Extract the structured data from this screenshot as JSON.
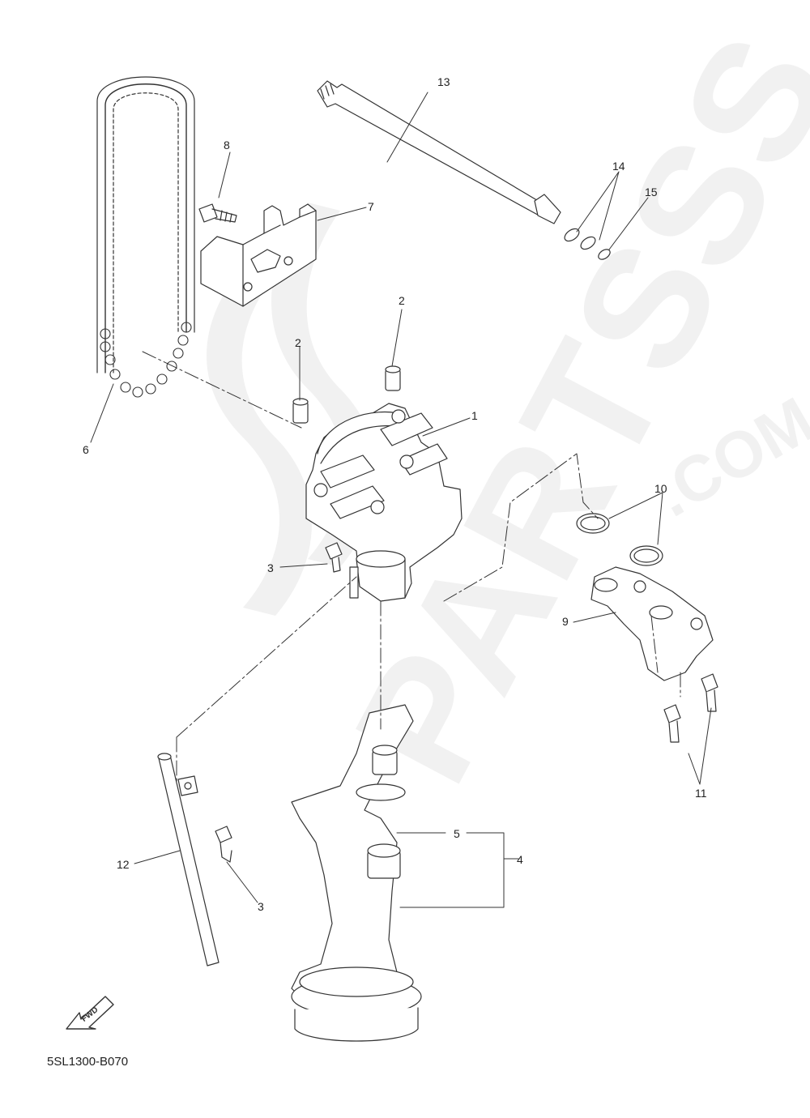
{
  "diagram": {
    "code": "5SL1300-B070",
    "fwd_label": "FWD",
    "watermark": {
      "brand": "PARTSSS",
      "suffix": ".COM"
    },
    "callouts": [
      {
        "id": "1",
        "text": "1"
      },
      {
        "id": "2a",
        "text": "2"
      },
      {
        "id": "2b",
        "text": "2"
      },
      {
        "id": "3a",
        "text": "3"
      },
      {
        "id": "3b",
        "text": "3"
      },
      {
        "id": "4",
        "text": "4"
      },
      {
        "id": "5",
        "text": "5"
      },
      {
        "id": "6",
        "text": "6"
      },
      {
        "id": "7",
        "text": "7"
      },
      {
        "id": "8",
        "text": "8"
      },
      {
        "id": "9",
        "text": "9"
      },
      {
        "id": "10",
        "text": "10"
      },
      {
        "id": "11",
        "text": "11"
      },
      {
        "id": "12",
        "text": "12"
      },
      {
        "id": "13",
        "text": "13"
      },
      {
        "id": "14",
        "text": "14"
      },
      {
        "id": "15",
        "text": "15"
      }
    ]
  }
}
